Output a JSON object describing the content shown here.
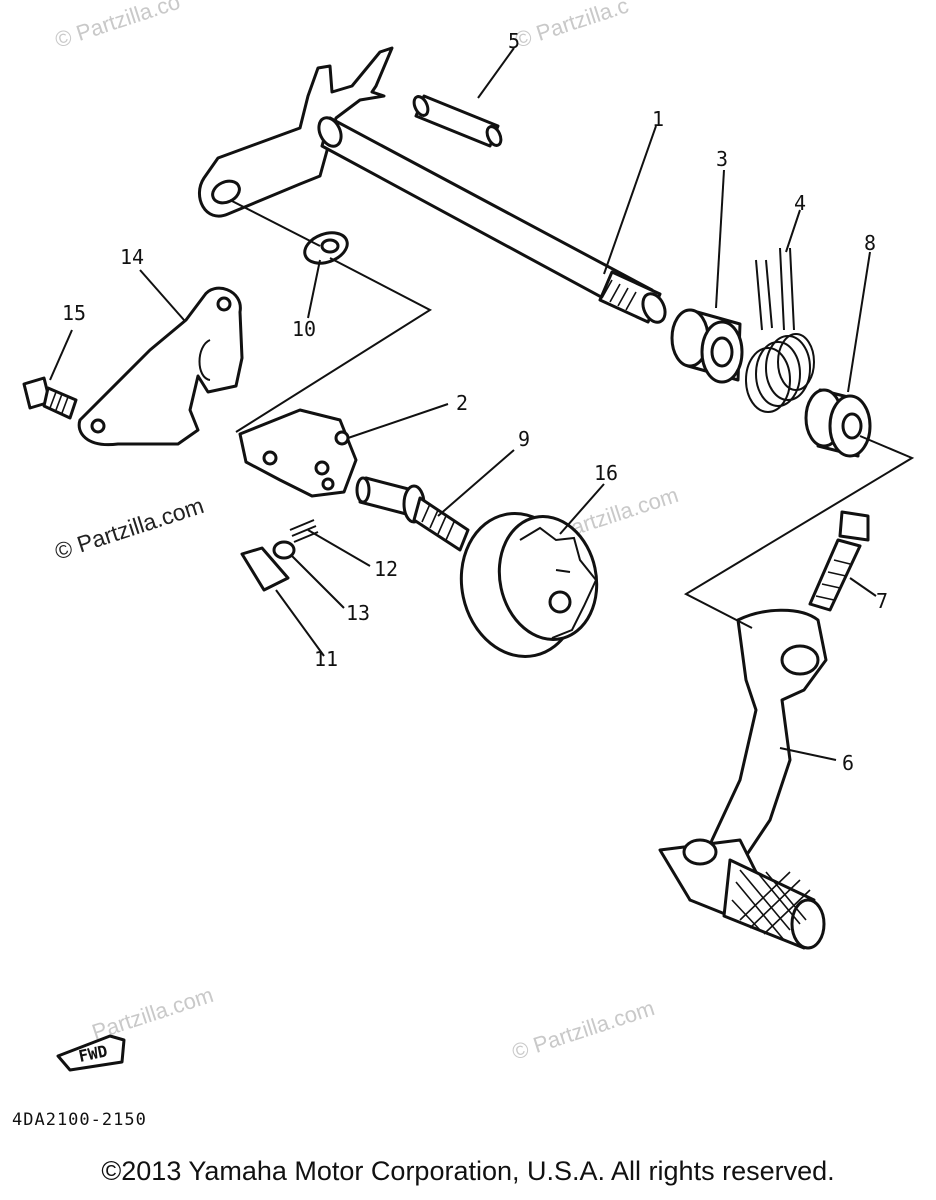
{
  "watermarks": {
    "top_left": "© Partzilla.co",
    "top_center": "© Partzilla.c",
    "left_strong": "© Partzilla.com",
    "center_right": "Partzilla.com",
    "bottom_left": "Partzilla.com",
    "bottom_right": "© Partzilla.com"
  },
  "callouts": {
    "p1": "1",
    "p2": "2",
    "p3": "3",
    "p4": "4",
    "p5": "5",
    "p6": "6",
    "p7": "7",
    "p8": "8",
    "p9": "9",
    "p10": "10",
    "p11": "11",
    "p12": "12",
    "p13": "13",
    "p14": "14",
    "p15": "15",
    "p16": "16"
  },
  "fwd_label": "FWD",
  "diagram_code": "4DA2100-2150",
  "copyright": "©2013 Yamaha Motor Corporation, U.S.A. All rights reserved."
}
